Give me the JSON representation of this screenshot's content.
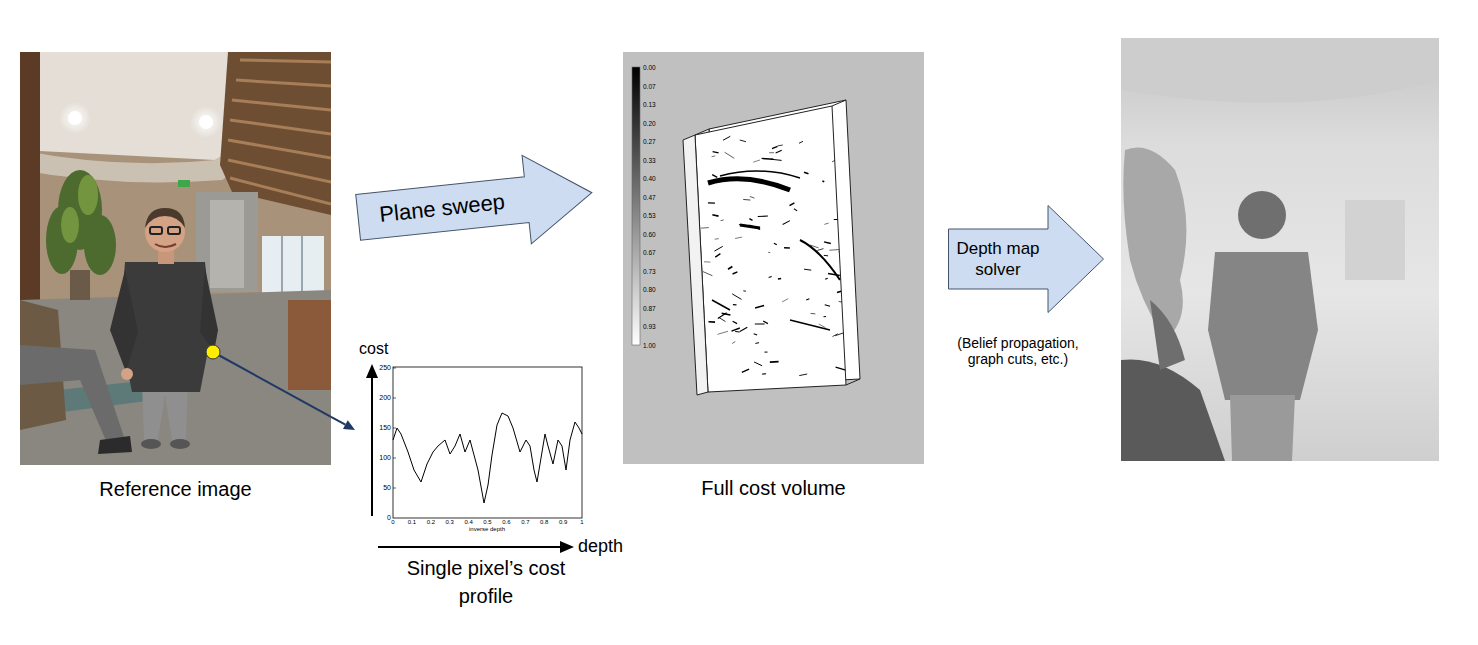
{
  "diagram": {
    "nodes": [
      {
        "text": [
          "Reference image"
        ]
      },
      {
        "text": [
          "Plane sweep"
        ]
      },
      {
        "text": [
          "Single pixel’s cost profile"
        ]
      },
      {
        "text": [
          "Full cost volume"
        ]
      },
      {
        "text": [
          "Depth map solver"
        ]
      }
    ],
    "edges": [
      {
        "from": 0,
        "to": 2,
        "arrow": "to"
      }
    ],
    "labels": [
      "cost",
      "250",
      "200",
      "150",
      "100",
      "50",
      "0",
      "0",
      "0.1",
      "0.2",
      "0.3",
      "0.4",
      "0.5",
      "0.6",
      "0.7",
      "0.8",
      "0.9",
      "1",
      "inverse depth",
      "depth",
      "0.00",
      "0.07",
      "0.13",
      "0.20",
      "0.27",
      "0.33",
      "0.40",
      "0.47",
      "0.53",
      "0.60",
      "0.67",
      "0.73",
      "0.80",
      "0.87",
      "0.93",
      "1.00",
      "(Belief propagation, graph cuts, etc.)"
    ]
  }
}
